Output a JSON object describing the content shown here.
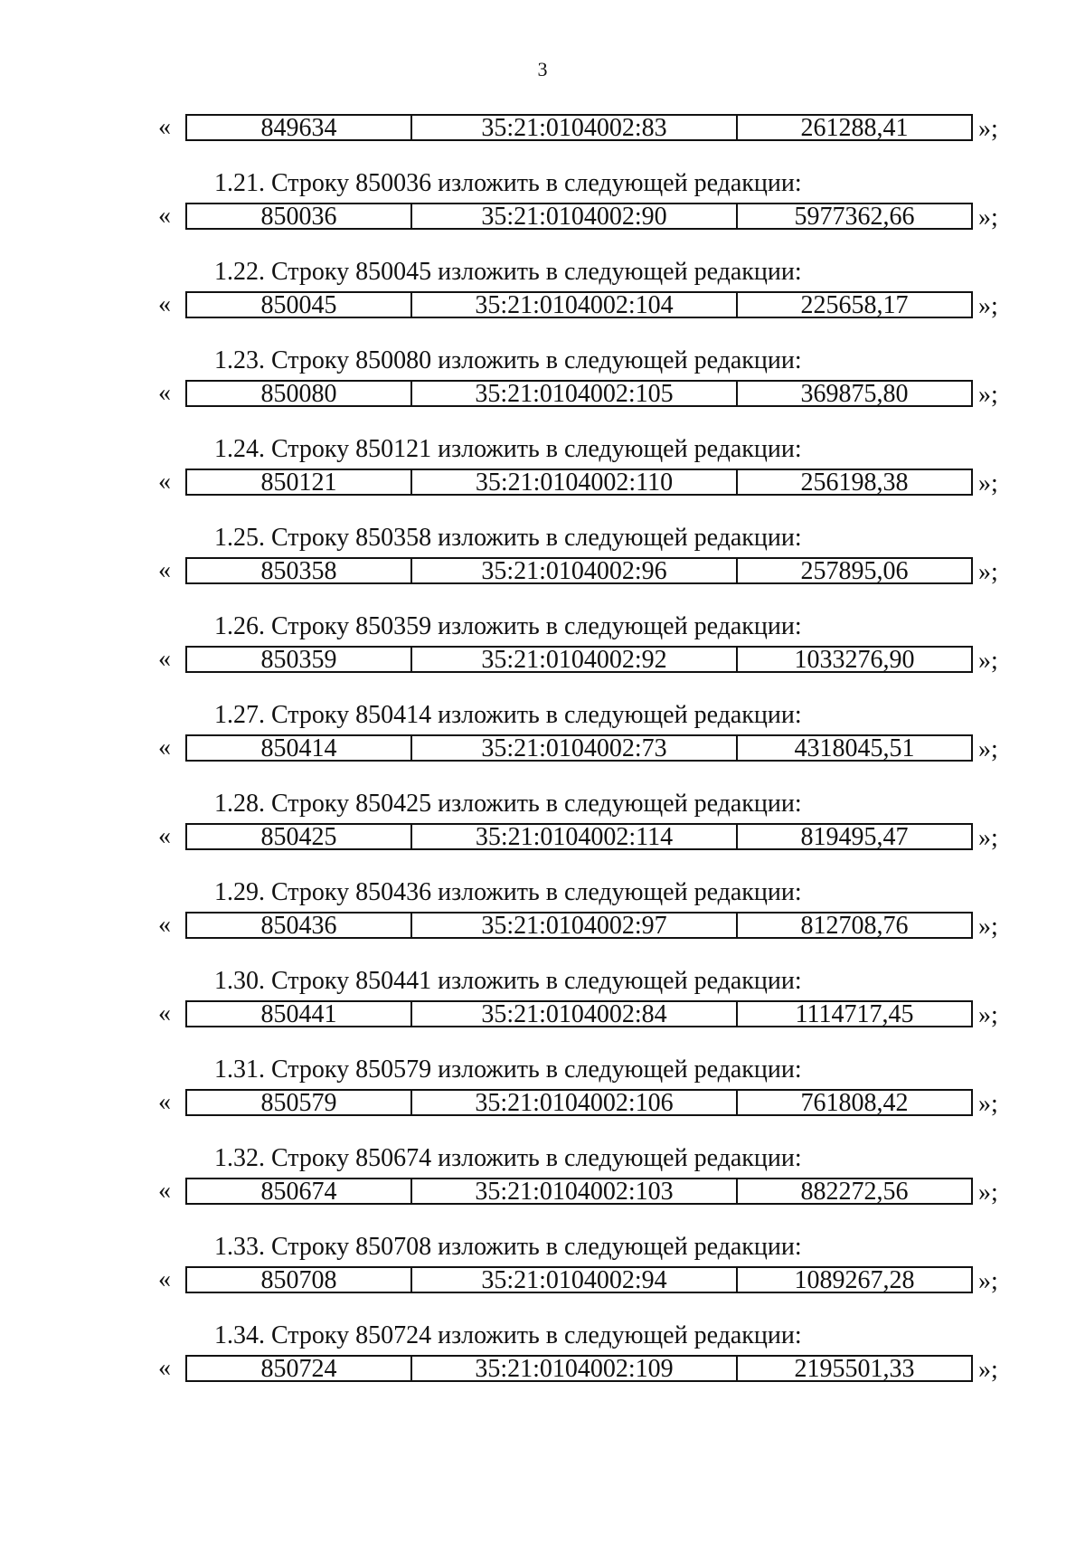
{
  "page_number": "3",
  "quote_open": "«",
  "quote_close": "»;",
  "first_row": {
    "code": "849634",
    "cadastral": "35:21:0104002:83",
    "value": "261288,41"
  },
  "entries": [
    {
      "heading": "1.21. Строку 850036 изложить в следующей редакции:",
      "code": "850036",
      "cadastral": "35:21:0104002:90",
      "value": "5977362,66"
    },
    {
      "heading": "1.22. Строку 850045 изложить в следующей редакции:",
      "code": "850045",
      "cadastral": "35:21:0104002:104",
      "value": "225658,17"
    },
    {
      "heading": "1.23. Строку 850080 изложить в следующей редакции:",
      "code": "850080",
      "cadastral": "35:21:0104002:105",
      "value": "369875,80"
    },
    {
      "heading": "1.24. Строку 850121 изложить в следующей редакции:",
      "code": "850121",
      "cadastral": "35:21:0104002:110",
      "value": "256198,38"
    },
    {
      "heading": "1.25. Строку 850358 изложить в следующей редакции:",
      "code": "850358",
      "cadastral": "35:21:0104002:96",
      "value": "257895,06"
    },
    {
      "heading": "1.26. Строку 850359 изложить в следующей редакции:",
      "code": "850359",
      "cadastral": "35:21:0104002:92",
      "value": "1033276,90"
    },
    {
      "heading": "1.27. Строку 850414 изложить в следующей редакции:",
      "code": "850414",
      "cadastral": "35:21:0104002:73",
      "value": "4318045,51"
    },
    {
      "heading": "1.28. Строку 850425 изложить в следующей редакции:",
      "code": "850425",
      "cadastral": "35:21:0104002:114",
      "value": "819495,47"
    },
    {
      "heading": "1.29. Строку 850436 изложить в следующей редакции:",
      "code": "850436",
      "cadastral": "35:21:0104002:97",
      "value": "812708,76"
    },
    {
      "heading": "1.30. Строку 850441 изложить в следующей редакции:",
      "code": "850441",
      "cadastral": "35:21:0104002:84",
      "value": "1114717,45"
    },
    {
      "heading": "1.31. Строку 850579 изложить в следующей редакции:",
      "code": "850579",
      "cadastral": "35:21:0104002:106",
      "value": "761808,42"
    },
    {
      "heading": "1.32. Строку 850674 изложить в следующей редакции:",
      "code": "850674",
      "cadastral": "35:21:0104002:103",
      "value": "882272,56"
    },
    {
      "heading": "1.33. Строку 850708 изложить в следующей редакции:",
      "code": "850708",
      "cadastral": "35:21:0104002:94",
      "value": "1089267,28"
    },
    {
      "heading": "1.34. Строку 850724 изложить в следующей редакции:",
      "code": "850724",
      "cadastral": "35:21:0104002:109",
      "value": "2195501,33"
    }
  ]
}
